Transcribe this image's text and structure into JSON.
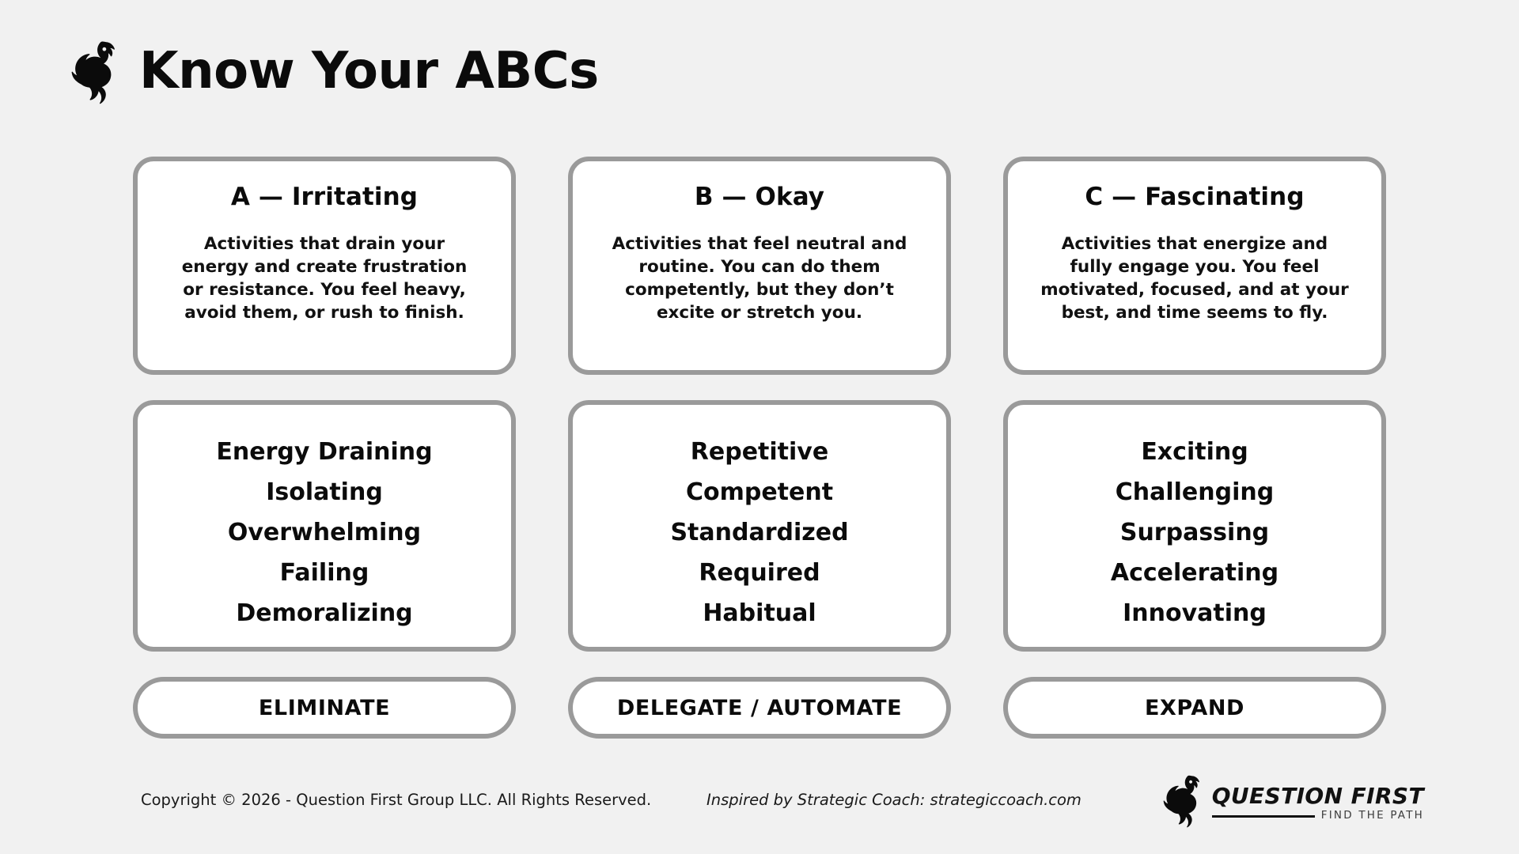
{
  "header": {
    "logo_icon": "phoenix-bird-logo",
    "title": "Know Your ABCs"
  },
  "columns": [
    {
      "id": "a",
      "heading": "A — Irritating",
      "description": "Activities that drain your energy and create frustration or resistance. You feel heavy, avoid them, or rush to finish.",
      "words": [
        "Energy Draining",
        "Isolating",
        "Overwhelming",
        "Failing",
        "Demoralizing"
      ],
      "action": "ELIMINATE"
    },
    {
      "id": "b",
      "heading": "B — Okay",
      "description": "Activities that feel neutral and routine. You can do them competently, but they don’t excite or stretch you.",
      "words": [
        "Repetitive",
        "Competent",
        "Standardized",
        "Required",
        "Habitual"
      ],
      "action": "DELEGATE / AUTOMATE"
    },
    {
      "id": "c",
      "heading": "C — Fascinating",
      "description": "Activities that energize and fully engage you. You feel motivated, focused, and at your best, and time seems to fly.",
      "words": [
        "Exciting",
        "Challenging",
        "Surpassing",
        "Accelerating",
        "Innovating"
      ],
      "action": "EXPAND"
    }
  ],
  "footer": {
    "copyright": "Copyright © 2026 - Question First Group LLC. All Rights Reserved.",
    "credit": "Inspired by Strategic Coach: strategiccoach.com",
    "logo_icon": "phoenix-bird-logo",
    "logo_name": "QUESTION FIRST",
    "logo_tagline": "FIND THE PATH"
  },
  "colors": {
    "background": "#f1f1f1",
    "card_fill": "#ffffff",
    "card_border": "#9a9a9a",
    "text": "#111111"
  }
}
